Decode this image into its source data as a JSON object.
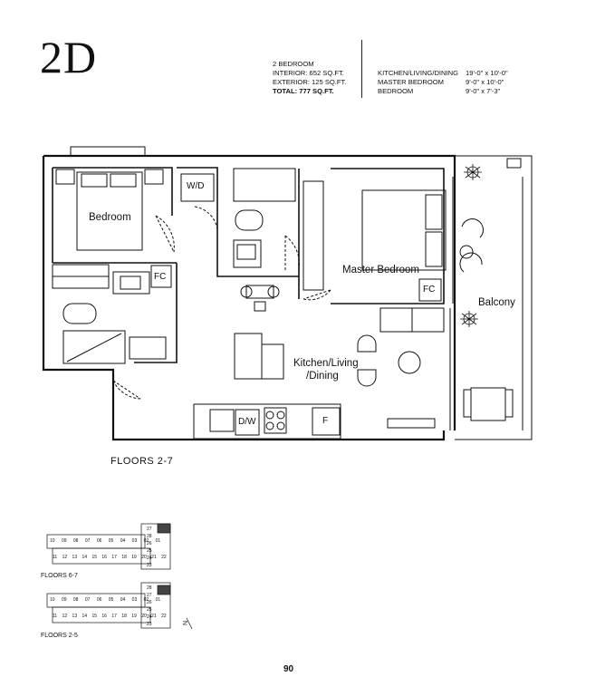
{
  "unit": {
    "title": "2D"
  },
  "specs": {
    "bedroom_count": "2 BEDROOM",
    "interior": "INTERIOR: 652 SQ.FT.",
    "exterior": "EXTERIOR: 125 SQ.FT.",
    "total": "TOTAL: 777 SQ.FT."
  },
  "rooms": [
    {
      "name": "KITCHEN/LIVING/DINING",
      "dims": "19'-0\" x 10'-0\""
    },
    {
      "name": "MASTER BEDROOM",
      "dims": "9'-0\" x 10'-0\""
    },
    {
      "name": "BEDROOM",
      "dims": "9'-0\" x 7'-3\""
    }
  ],
  "plan_labels": {
    "bedroom": "Bedroom",
    "master_bedroom": "Master Bedroom",
    "balcony": "Balcony",
    "kitchen_line1": "Kitchen/Living",
    "kitchen_line2": "/Dining",
    "wd": "W/D",
    "fc": "FC",
    "dw": "D/W",
    "fridge": "F"
  },
  "floors_label": "FLOORS 2-7",
  "keyplans": [
    {
      "label": "FLOORS 6-7",
      "top_row": [
        "10",
        "09",
        "08",
        "07",
        "06",
        "05",
        "04",
        "03",
        "02",
        "01"
      ],
      "bottom_row": [
        "11",
        "12",
        "13",
        "14",
        "15",
        "16",
        "17",
        "18",
        "19",
        "20",
        "21",
        "22"
      ],
      "right_column": [
        "27",
        "28",
        "26",
        "25",
        "24",
        "23"
      ],
      "highlighted_unit": "28"
    },
    {
      "label": "FLOORS 2-5",
      "top_row": [
        "10",
        "09",
        "08",
        "07",
        "06",
        "05",
        "04",
        "03",
        "02",
        "01"
      ],
      "bottom_row": [
        "11",
        "12",
        "13",
        "14",
        "15",
        "16",
        "17",
        "18",
        "19",
        "20",
        "21",
        "22"
      ],
      "right_column": [
        "28",
        "27",
        "26",
        "25",
        "24",
        "23"
      ],
      "highlighted_unit": "27"
    }
  ],
  "north_label": "N",
  "page_number": "90"
}
